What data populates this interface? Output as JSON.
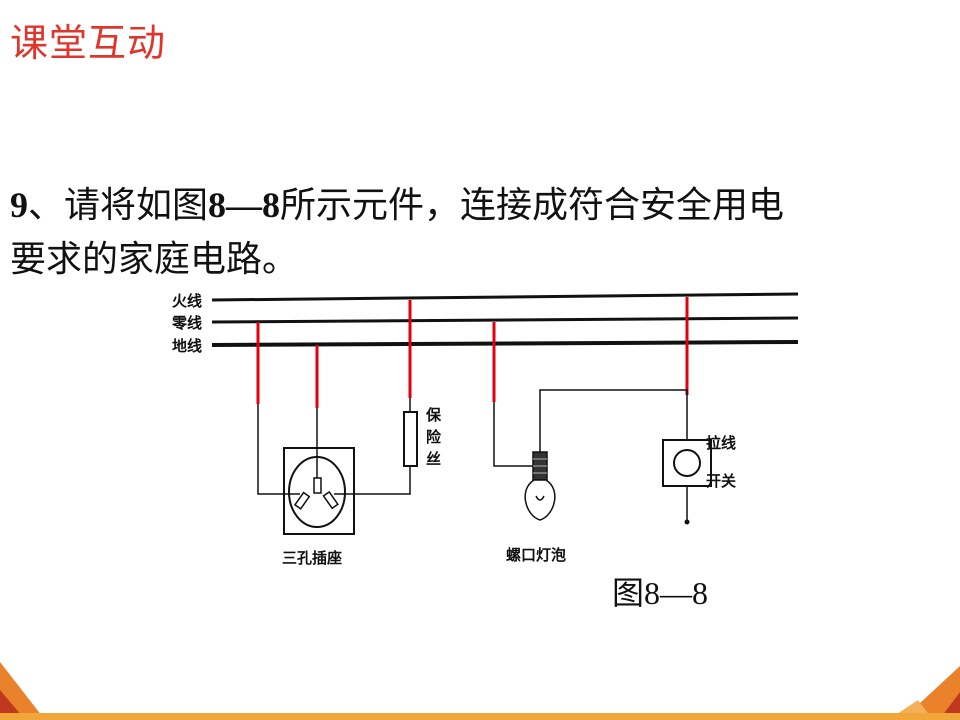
{
  "slide": {
    "title": "课堂互动",
    "question": {
      "number": "9",
      "sep": "、请将如图",
      "fig_ref": "8—8",
      "rest_line1": "所示元件，连接成符合安全用电",
      "line2": "要求的家庭电路。"
    },
    "caption": "图8—8"
  },
  "diagram": {
    "line_labels": [
      "火线",
      "零线",
      "地线"
    ],
    "fuse_label": [
      "保",
      "险",
      "丝"
    ],
    "socket_label": "三孔插座",
    "bulb_label": "螺口灯泡",
    "switch_label": [
      "拉线",
      "开关"
    ],
    "colors": {
      "wire": "#111111",
      "highlight": "#e0000f",
      "title": "#e0352b"
    }
  }
}
